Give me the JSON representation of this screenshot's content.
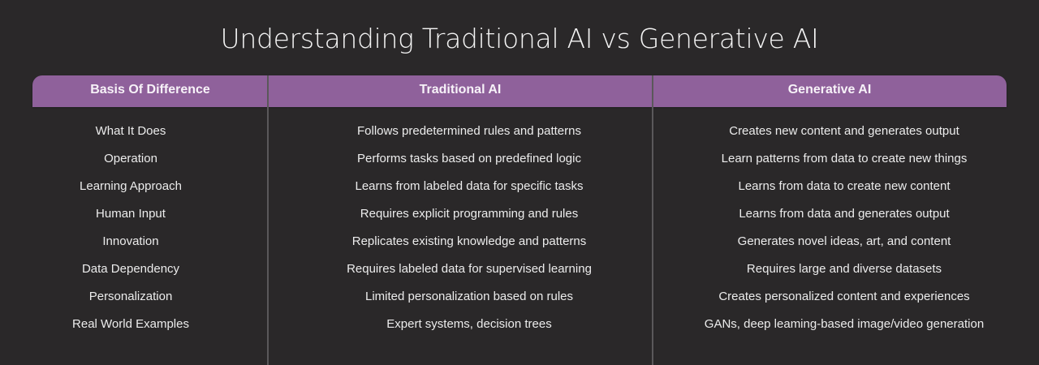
{
  "title": "Understanding Traditional AI vs Generative AI",
  "colors": {
    "background": "#2a2829",
    "header_bar": "#8f619b",
    "divider": "#5a585a",
    "text": "#ececec"
  },
  "table": {
    "headers": [
      "Basis Of Difference",
      "Traditional AI",
      "Generative AI"
    ],
    "rows": [
      {
        "basis": "What It Does",
        "traditional": "Follows predetermined rules and patterns",
        "generative": "Creates new content and generates output"
      },
      {
        "basis": "Operation",
        "traditional": "Performs tasks based on predefined logic",
        "generative": "Learn patterns from data to create new things"
      },
      {
        "basis": "Learning Approach",
        "traditional": "Learns from labeled data for specific tasks",
        "generative": "Learns from data to create new content"
      },
      {
        "basis": "Human Input",
        "traditional": "Requires explicit programming and rules",
        "generative": "Learns from data and generates output"
      },
      {
        "basis": "Innovation",
        "traditional": "Replicates existing knowledge and patterns",
        "generative": "Generates novel ideas, art, and content"
      },
      {
        "basis": "Data Dependency",
        "traditional": "Requires labeled data for supervised learning",
        "generative": "Requires large and diverse datasets"
      },
      {
        "basis": "Personalization",
        "traditional": "Limited personalization based on rules",
        "generative": "Creates personalized content and experiences"
      },
      {
        "basis": "Real World Examples",
        "traditional": "Expert systems, decision trees",
        "generative": "GANs, deep leaming-based image/video generation"
      }
    ]
  }
}
